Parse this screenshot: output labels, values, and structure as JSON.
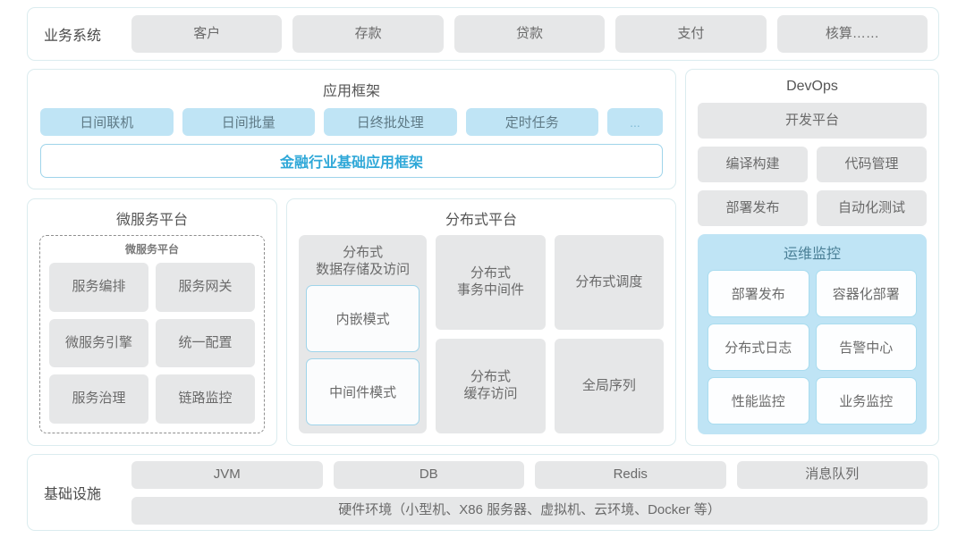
{
  "business": {
    "label": "业务系统",
    "items": [
      "客户",
      "存款",
      "贷款",
      "支付",
      "核算……"
    ]
  },
  "app_framework": {
    "title": "应用框架",
    "chips": [
      "日间联机",
      "日间批量",
      "日终批处理",
      "定时任务",
      "..."
    ],
    "banner": "金融行业基础应用框架",
    "banner_color": "#2fa8d8"
  },
  "microservice": {
    "title": "微服务平台",
    "inner_label": "微服务平台",
    "items": [
      "服务编排",
      "服务网关",
      "微服务引擎",
      "统一配置",
      "服务治理",
      "链路监控"
    ]
  },
  "distributed": {
    "title": "分布式平台",
    "storage": {
      "title": "分布式\n数据存储及访问",
      "title_line1": "分布式",
      "title_line2": "数据存储及访问",
      "modes": [
        "内嵌模式",
        "中间件模式"
      ]
    },
    "cells": [
      {
        "line1": "分布式",
        "line2": "事务中间件"
      },
      {
        "line1": "分布式调度",
        "line2": ""
      },
      {
        "line1": "分布式",
        "line2": "缓存访问"
      },
      {
        "line1": "全局序列",
        "line2": ""
      }
    ]
  },
  "devops": {
    "title": "DevOps",
    "platform": "开发平台",
    "pairs": [
      [
        "编译构建",
        "代码管理"
      ],
      [
        "部署发布",
        "自动化测试"
      ]
    ],
    "ops": {
      "title": "运维监控",
      "accent": "#bfe4f5",
      "items": [
        "部署发布",
        "容器化部署",
        "分布式日志",
        "告警中心",
        "性能监控",
        "业务监控"
      ]
    }
  },
  "infrastructure": {
    "label": "基础设施",
    "items": [
      "JVM",
      "DB",
      "Redis",
      "消息队列"
    ],
    "hardware": "硬件环境（小型机、X86 服务器、虚拟机、云环境、Docker 等）"
  }
}
